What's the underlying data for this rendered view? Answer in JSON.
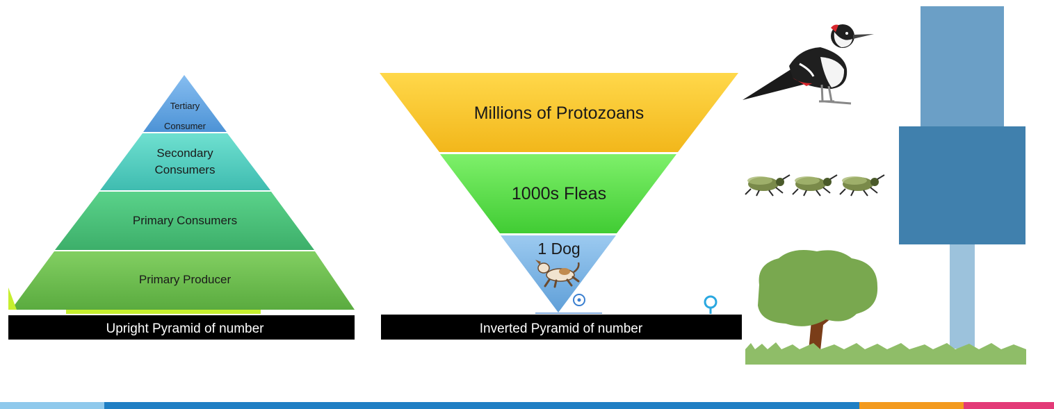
{
  "upright_pyramid": {
    "levels": [
      {
        "line1": "Tertiary",
        "line2": "Consumer"
      },
      {
        "line1": "Secondary",
        "line2": "Consumers"
      },
      {
        "line1": "Primary Consumers",
        "line2": ""
      },
      {
        "line1": "Primary Producer",
        "line2": ""
      }
    ],
    "caption": "Upright Pyramid of number"
  },
  "inverted_pyramid": {
    "levels": [
      {
        "label": "Millions of Protozoans"
      },
      {
        "label": "1000s Fleas"
      },
      {
        "label": "1 Dog"
      }
    ],
    "caption": "Inverted Pyramid of number"
  },
  "illustration": {
    "icons": [
      "woodpecker-icon",
      "insect-icon",
      "tree-icon",
      "grass-icon"
    ]
  },
  "colors": {
    "tertiary": "#5c9fdc",
    "secondary": "#4fcfc0",
    "primary_consumers": "#45c07a",
    "primary_producer": "#6cbf4e",
    "protozoans": "#fbc72e",
    "fleas": "#5ee04c",
    "dog": "#7fb6e6",
    "caption_bg": "#000000",
    "bar_light": "#8fc9ec",
    "bar_blue": "#1f7fc4",
    "bar_orange": "#f39a1e",
    "bar_pink": "#e33a77"
  }
}
